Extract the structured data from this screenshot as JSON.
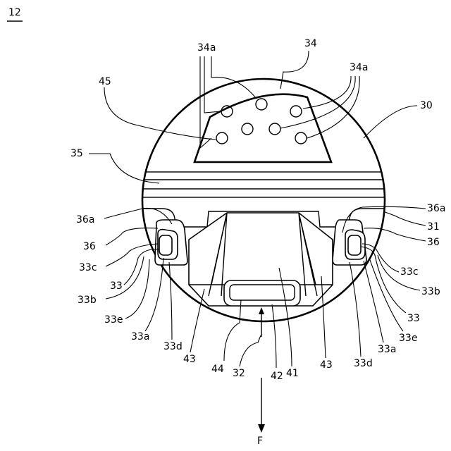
{
  "figure_number": "12",
  "direction_label": "F",
  "reference_labels": {
    "l12": "34a",
    "l34": "34",
    "l34a_r": "34a",
    "l45": "45",
    "l30": "30",
    "l35": "35",
    "l36a_l": "36a",
    "l36_l": "36",
    "l33c_l": "33c",
    "l33_l": "33",
    "l33b_l": "33b",
    "l33e_l": "33e",
    "l33a_l": "33a",
    "l33d_l": "33d",
    "l43_l": "43",
    "l44": "44",
    "l32": "32",
    "l42": "42",
    "l41": "41",
    "l43_r": "43",
    "l33d_r": "33d",
    "l33a_r": "33a",
    "l33e_r": "33e",
    "l33_r": "33",
    "l33b_r": "33b",
    "l33c_r": "33c",
    "l36_r": "36",
    "l31": "31",
    "l36a_r": "36a"
  }
}
